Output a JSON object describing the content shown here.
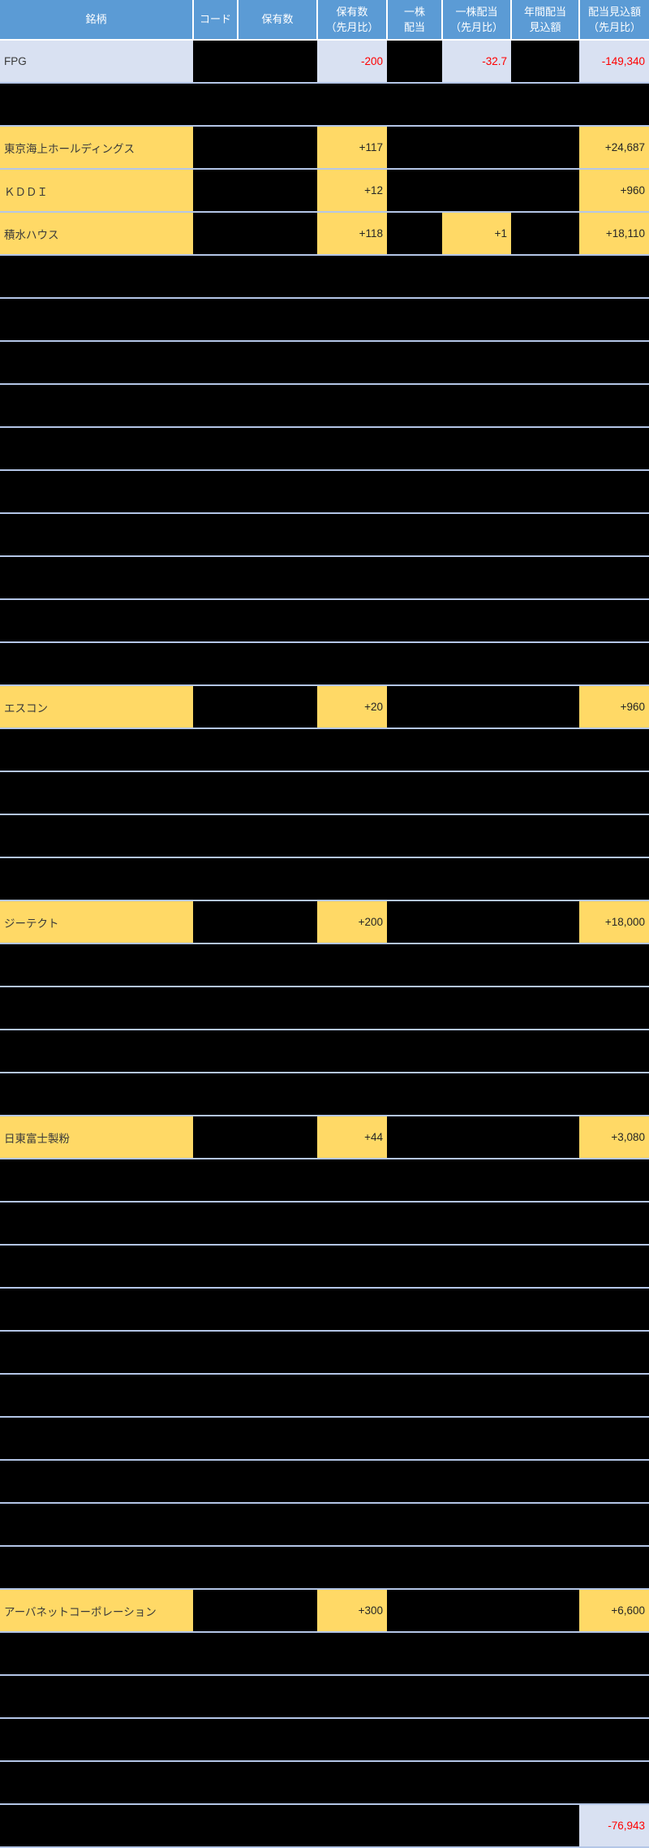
{
  "app_title": "配当見込額一覧（保有銘柄テーブル）",
  "colors": {
    "header_bg": "#5B9BD5",
    "header_text": "#FFFFFF",
    "row_highlight_blue": "#D9E1F2",
    "row_highlight_yellow": "#FFD966",
    "redacted_cell": "#000000",
    "grid_line": "#B4C6E7",
    "negative_value_text": "#FF0000",
    "positive_value_text": "#262626"
  },
  "table": {
    "columns": [
      {
        "key": "name",
        "label": "銘柄"
      },
      {
        "key": "code",
        "label": "コード"
      },
      {
        "key": "holdings",
        "label": "保有数"
      },
      {
        "key": "holdings_mom",
        "label": "保有数\n（先月比）"
      },
      {
        "key": "dps",
        "label": "一株\n配当"
      },
      {
        "key": "dps_mom",
        "label": "一株配当\n（先月比）"
      },
      {
        "key": "annual_estimate",
        "label": "年間配当\n見込額"
      },
      {
        "key": "estimate_mom",
        "label": "配当見込額\n（先月比）"
      }
    ],
    "rows": [
      {
        "style": "blue",
        "name": "FPG",
        "holdings_mom": "-200",
        "dps_mom": "-32.7",
        "est_mom": "-149,340"
      },
      {
        "style": "black"
      },
      {
        "style": "yellow",
        "name": "東京海上ホールディングス",
        "holdings_mom": "+117",
        "est_mom": "+24,687"
      },
      {
        "style": "yellow",
        "name": "ＫＤＤＩ",
        "holdings_mom": "+12",
        "est_mom": "+960"
      },
      {
        "style": "yellow",
        "name": "積水ハウス",
        "holdings_mom": "+118",
        "dps_mom": "+1",
        "est_mom": "+18,110"
      },
      {
        "style": "black"
      },
      {
        "style": "black"
      },
      {
        "style": "black"
      },
      {
        "style": "black"
      },
      {
        "style": "black"
      },
      {
        "style": "black"
      },
      {
        "style": "black"
      },
      {
        "style": "black"
      },
      {
        "style": "black"
      },
      {
        "style": "black"
      },
      {
        "style": "yellow",
        "name": "エスコン",
        "holdings_mom": "+20",
        "est_mom": "+960"
      },
      {
        "style": "black"
      },
      {
        "style": "black"
      },
      {
        "style": "black"
      },
      {
        "style": "black"
      },
      {
        "style": "yellow",
        "name": "ジーテクト",
        "holdings_mom": "+200",
        "est_mom": "+18,000"
      },
      {
        "style": "black"
      },
      {
        "style": "black"
      },
      {
        "style": "black"
      },
      {
        "style": "black"
      },
      {
        "style": "yellow",
        "name": "日東富士製粉",
        "holdings_mom": "+44",
        "est_mom": "+3,080"
      },
      {
        "style": "black"
      },
      {
        "style": "black"
      },
      {
        "style": "black"
      },
      {
        "style": "black"
      },
      {
        "style": "black"
      },
      {
        "style": "black"
      },
      {
        "style": "black"
      },
      {
        "style": "black"
      },
      {
        "style": "black"
      },
      {
        "style": "black"
      },
      {
        "style": "yellow",
        "name": "アーバネットコーポレーション",
        "holdings_mom": "+300",
        "est_mom": "+6,600"
      },
      {
        "style": "black"
      },
      {
        "style": "black"
      },
      {
        "style": "black"
      },
      {
        "style": "black"
      },
      {
        "style": "total",
        "est_mom": "-76,943"
      }
    ]
  }
}
